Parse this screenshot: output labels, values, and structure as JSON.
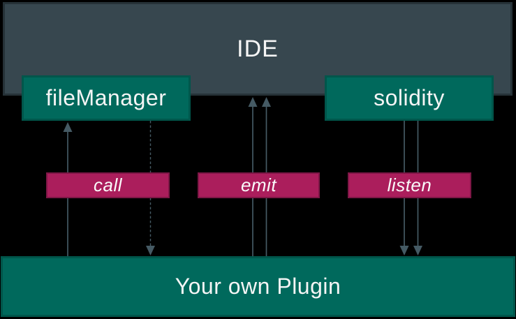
{
  "diagram": {
    "nodes": [
      {
        "id": "ide",
        "label": "IDE"
      },
      {
        "id": "fileManager",
        "label": "fileManager"
      },
      {
        "id": "solidity",
        "label": "solidity"
      },
      {
        "id": "plugin",
        "label": "Your own Plugin"
      }
    ],
    "edge_labels": [
      {
        "id": "call",
        "label": "call"
      },
      {
        "id": "emit",
        "label": "emit"
      },
      {
        "id": "listen",
        "label": "listen"
      }
    ],
    "edges": [
      {
        "from": "plugin",
        "to": "fileManager",
        "label": "call",
        "style": "solid",
        "direction": "up"
      },
      {
        "from": "fileManager",
        "to": "plugin",
        "label": "call",
        "style": "dashed",
        "direction": "down"
      },
      {
        "from": "plugin",
        "to": "ide",
        "label": "emit",
        "style": "solid",
        "direction": "up",
        "count": 2
      },
      {
        "from": "solidity",
        "to": "plugin",
        "label": "listen",
        "style": "solid",
        "direction": "down",
        "count": 2
      }
    ],
    "colors": {
      "background": "#000000",
      "ide_fill": "#37474f",
      "ide_border": "#263238",
      "node_fill": "#00695c",
      "node_border": "#00564b",
      "label_fill": "#ab1e5c",
      "label_border": "#7e1746",
      "arrow": "#455a64",
      "text": "#f5f5f5"
    }
  }
}
